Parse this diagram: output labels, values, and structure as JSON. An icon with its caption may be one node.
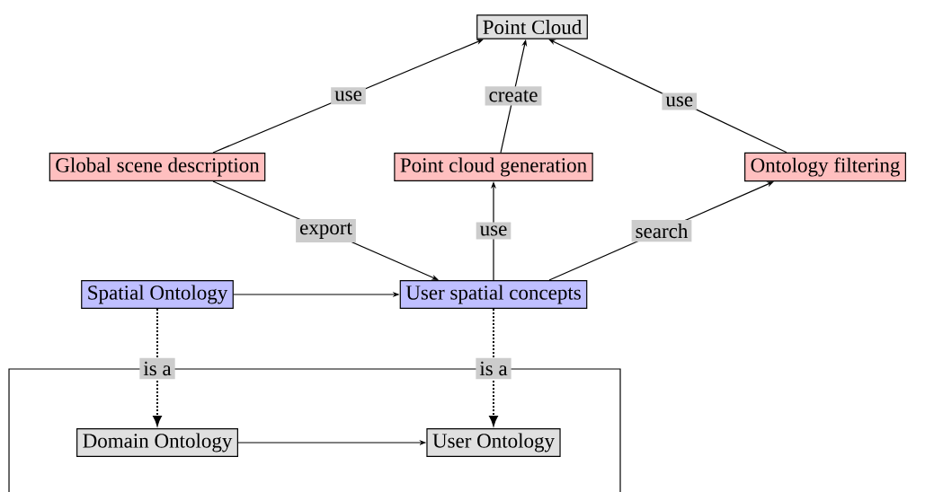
{
  "diagram": {
    "nodes": [
      {
        "text": [
          "Point Cloud"
        ]
      },
      {
        "text": [
          "Global scene description"
        ]
      },
      {
        "text": [
          "Point cloud generation"
        ]
      },
      {
        "text": [
          "Ontology filtering"
        ]
      },
      {
        "text": [
          "Spatial Ontology"
        ]
      },
      {
        "text": [
          "User spatial concepts"
        ]
      },
      {
        "text": [
          "Domain Ontology"
        ]
      },
      {
        "text": [
          "User Ontology"
        ]
      }
    ],
    "edges": [
      {
        "from": 1,
        "to": 0,
        "arrow": "to",
        "label": "use"
      },
      {
        "from": 2,
        "to": 0,
        "arrow": "to",
        "label": "create"
      },
      {
        "from": 3,
        "to": 0,
        "arrow": "to",
        "label": "use"
      },
      {
        "from": 1,
        "to": 5,
        "arrow": "to",
        "label": "export"
      },
      {
        "from": 5,
        "to": 2,
        "arrow": "to",
        "label": "use"
      },
      {
        "from": 5,
        "to": 3,
        "arrow": "to",
        "label": "search"
      },
      {
        "from": 4,
        "to": 5,
        "arrow": "to"
      },
      {
        "from": 4,
        "to": 6,
        "arrow": "to",
        "label": "is a",
        "style": "dashed"
      },
      {
        "from": 5,
        "to": 7,
        "arrow": "to",
        "label": "is a",
        "style": "dashed"
      },
      {
        "from": 6,
        "to": 7,
        "arrow": "to"
      }
    ]
  }
}
